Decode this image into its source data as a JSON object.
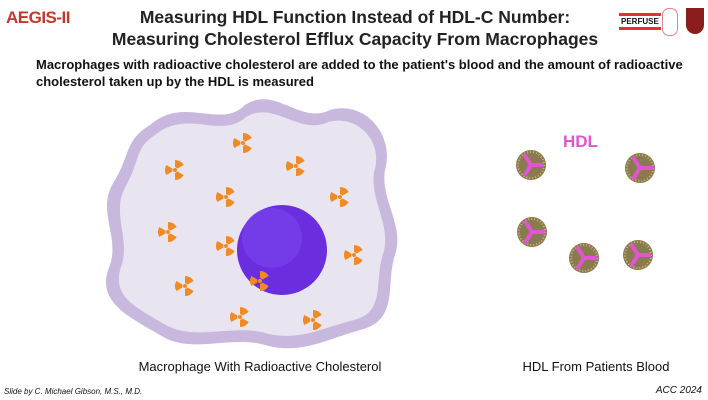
{
  "header": {
    "logo": "AEGIS-II",
    "title_line1": "Measuring HDL Function Instead of HDL-C Number:",
    "title_line2": "Measuring Cholesterol Efflux Capacity From Macrophages",
    "partner_logo": "PERFUSE"
  },
  "subtitle": "Macrophages with radioactive cholesterol are added to the patient's blood and the amount of radioactive cholesterol taken up by the HDL is measured",
  "diagram": {
    "hdl_label": "HDL",
    "macrophage_caption": "Macrophage With Radioactive Cholesterol",
    "hdl_caption": "HDL From Patients Blood",
    "colors": {
      "cytoplasm": "#e6e1ef",
      "membrane": "#c9b8dd",
      "nucleus": "#6a2de0",
      "radiation": "#f08a24",
      "hdl_core": "#8a7a50",
      "apoA": "#e055d0"
    }
  },
  "footer": {
    "credit": "Slide by C. Michael Gibson, M.S., M.D.",
    "event": "ACC 2024"
  }
}
